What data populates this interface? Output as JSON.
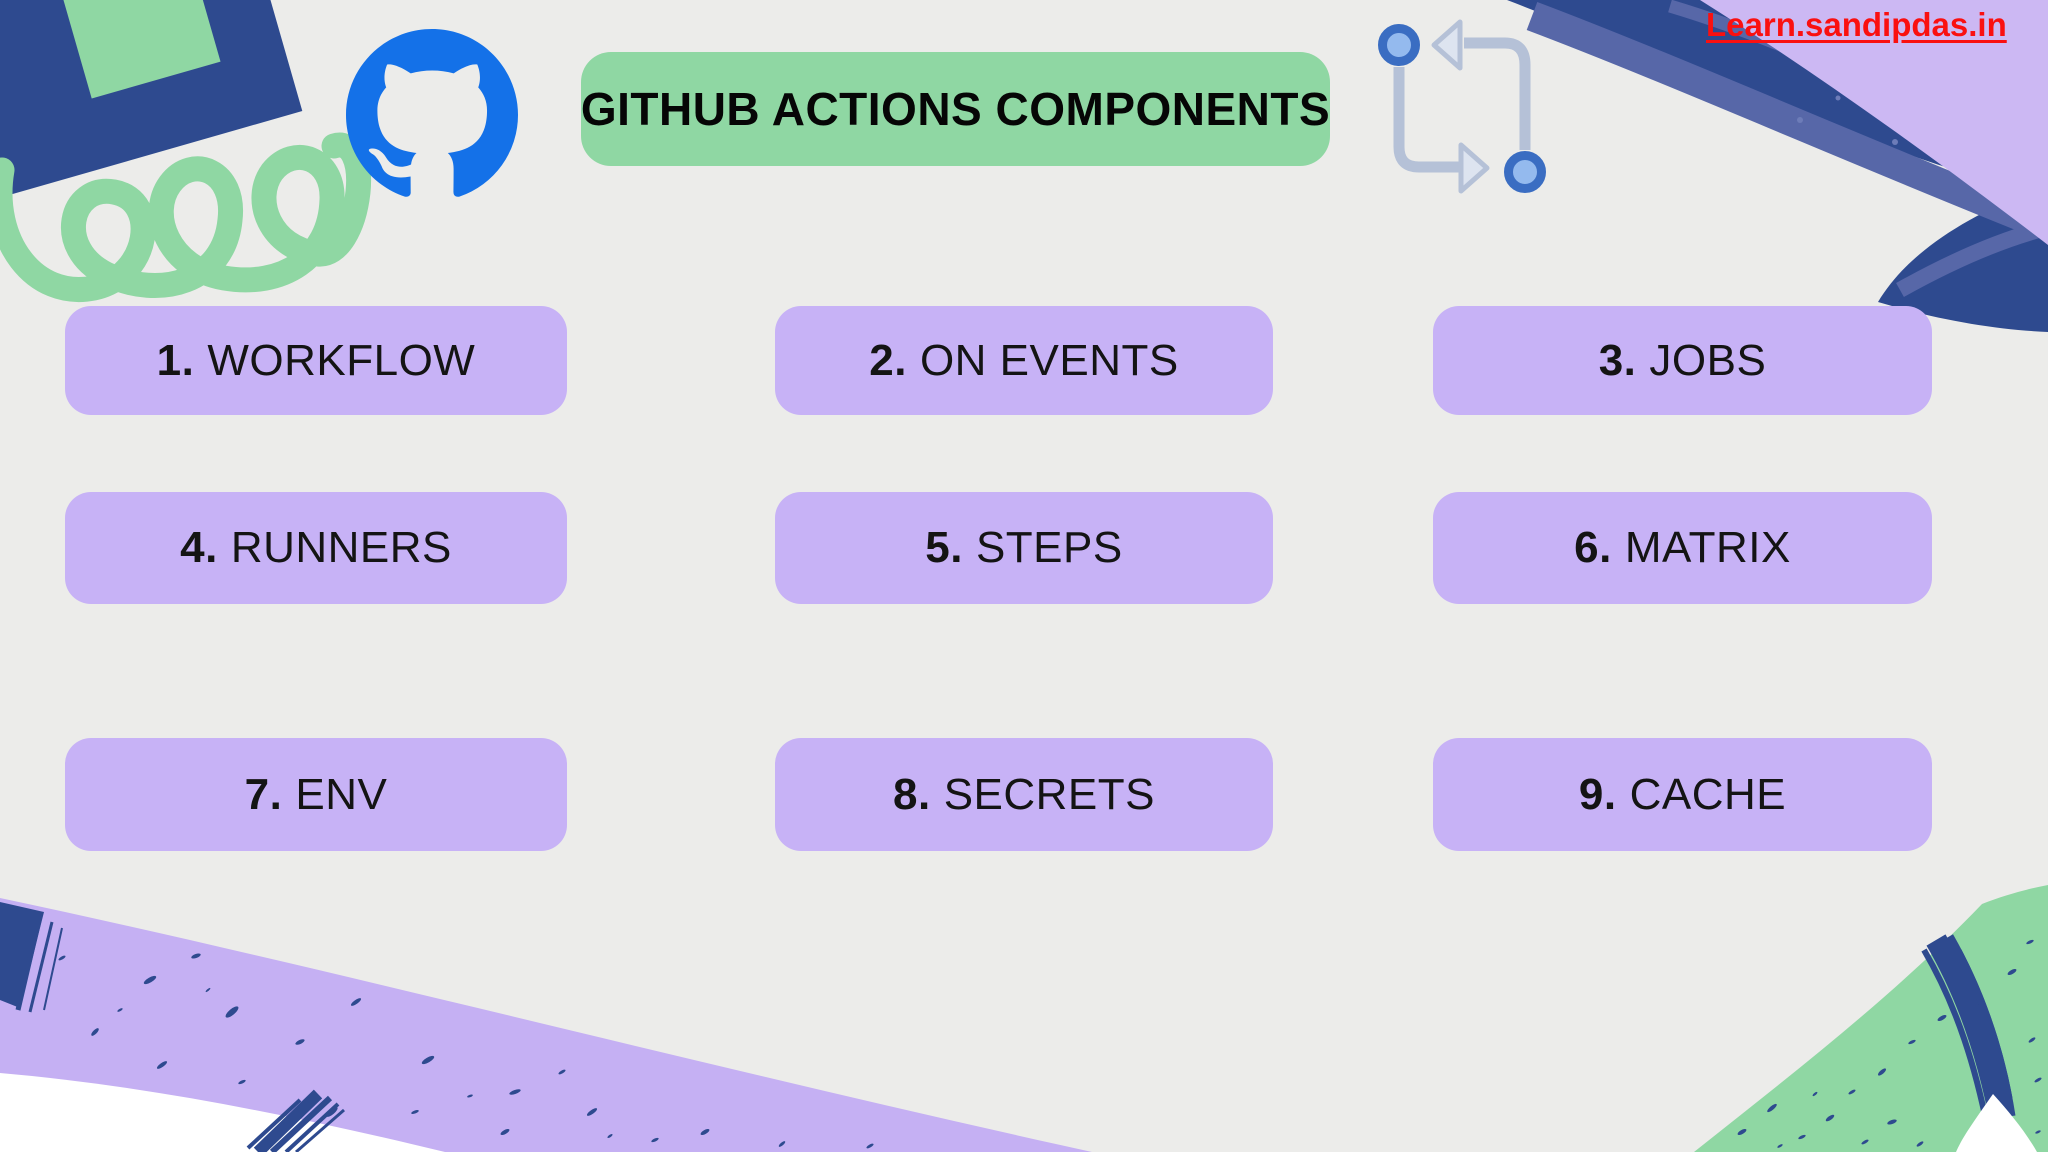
{
  "header": {
    "title": "GITHUB ACTIONS COMPONENTS",
    "link_text": "Learn.sandipdas.in"
  },
  "pills": {
    "items": [
      {
        "number": "1.",
        "label": "WORKFLOW"
      },
      {
        "number": "2.",
        "label": "ON EVENTS"
      },
      {
        "number": "3.",
        "label": "JOBS"
      },
      {
        "number": "4.",
        "label": "RUNNERS"
      },
      {
        "number": "5.",
        "label": "STEPS"
      },
      {
        "number": "6.",
        "label": "MATRIX"
      },
      {
        "number": "7.",
        "label": "ENV"
      },
      {
        "number": "8.",
        "label": "SECRETS"
      },
      {
        "number": "9.",
        "label": "CACHE"
      }
    ]
  },
  "icons": {
    "github": "github-logo-icon",
    "workflow": "workflow-diagram-icon"
  },
  "colors": {
    "background": "#ececea",
    "banner_green": "#8fd7a3",
    "pill_purple": "#c7b2f6",
    "decor_dark_blue": "#2e4a8f",
    "decor_light_blue_stroke": "#5767a8",
    "decor_lavender": "#ccb8f3",
    "decor_green": "#8fd7a3",
    "github_blue": "#1471e8",
    "workflow_icon_gray": "#b5c1d7",
    "workflow_node_fill": "#94baee",
    "workflow_node_ring": "#3a6dc2",
    "link_red": "#fa1010",
    "corner_white": "#ffffff"
  }
}
